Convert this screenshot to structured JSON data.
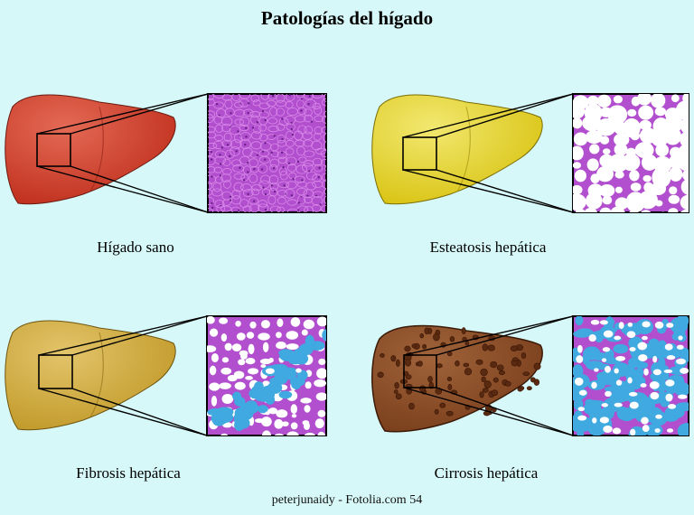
{
  "title": "Patologías del hígado",
  "panels": [
    {
      "caption": "Hígado sano",
      "liver_color": "#c0301e",
      "liver_light": "#e46a55",
      "tissue": "healthy"
    },
    {
      "caption": "Esteatosis hepática",
      "liver_color": "#d9c414",
      "liver_light": "#f2e870",
      "tissue": "fatty"
    },
    {
      "caption": "Fibrosis hepática",
      "liver_color": "#c29a2a",
      "liver_light": "#e2c46a",
      "tissue": "fibrosis"
    },
    {
      "caption": "Cirrosis hepática",
      "liver_color": "#7a3f1c",
      "liver_light": "#a0633a",
      "tissue": "cirrhosis"
    }
  ],
  "credit": "peterjunaidy - Fotolia.com 54",
  "colors": {
    "background": "#d7f8f8",
    "tissue": "#b24fcf",
    "fibrous": "#3fa9e0",
    "fat": "#ffffff"
  }
}
